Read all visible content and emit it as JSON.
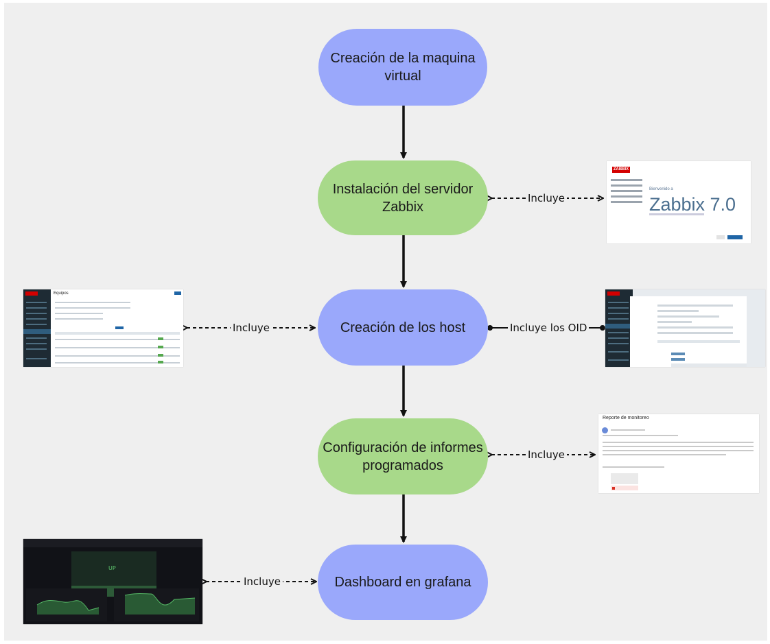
{
  "nodes": {
    "vm": "Creación de la maquina\nvirtual",
    "zabbix_server": "Instalación del servidor\nZabbix",
    "hosts": "Creación de los host",
    "reports": "Configuración de informes\nprogramados",
    "dashboard": "Dashboard en grafana"
  },
  "edge_labels": {
    "zabbix_includes": "Incluye",
    "hosts_includes": "Incluye",
    "hosts_oid": "Incluye los OID",
    "reports_includes": "Incluye",
    "dashboard_includes": "Incluye"
  },
  "screenshots": {
    "zabbix_welcome": {
      "logo": "ZABBIX",
      "welcome": "Bienvenido a",
      "product": "Zabbix 7.0"
    },
    "hosts_list": {
      "title": "Equipos"
    },
    "host_config": {},
    "email": {
      "subject": "Reporte de monitoreo"
    },
    "grafana": {
      "status": "UP"
    }
  },
  "colors": {
    "blue_node": "#9aa8fb",
    "green_node": "#a8d98a",
    "background": "#efefef",
    "connector": "#111111"
  }
}
